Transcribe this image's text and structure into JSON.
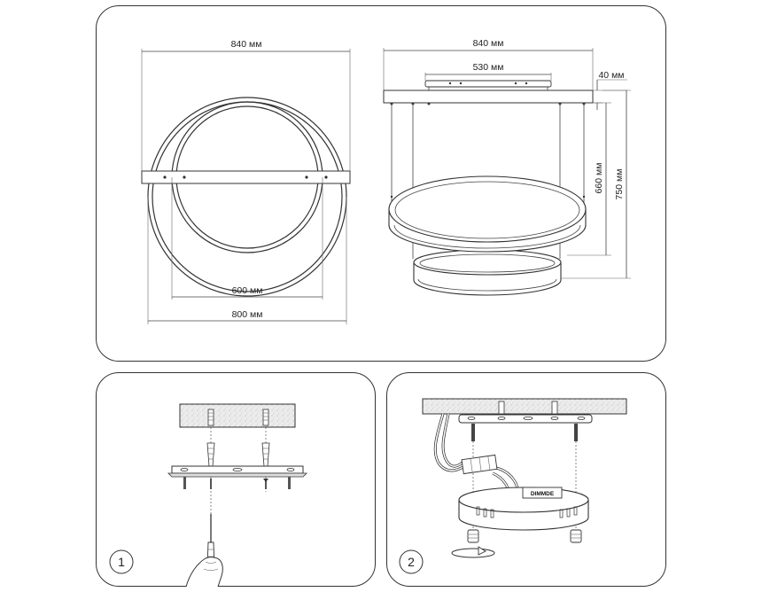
{
  "dimensions": {
    "front_width": "840 мм",
    "inner_ring_width": "600 мм",
    "outer_ring_width": "800 мм",
    "side_width": "840 мм",
    "bar_width": "530 мм",
    "canopy_height": "40 мм",
    "height_to_ring": "660 мм",
    "total_height": "750 мм"
  },
  "steps": [
    {
      "number": "1"
    },
    {
      "number": "2"
    }
  ],
  "driver_label": "DIMMDE"
}
